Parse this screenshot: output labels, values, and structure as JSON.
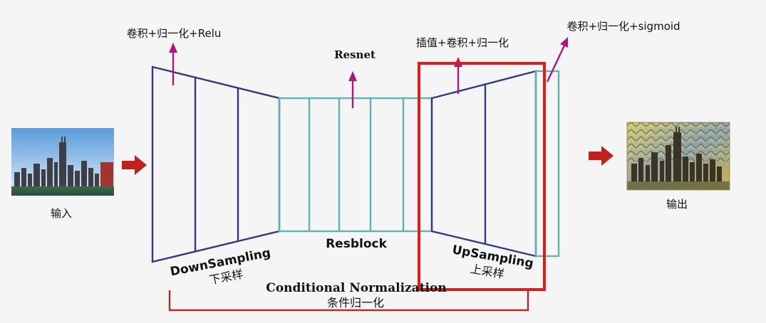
{
  "input": {
    "label": "输入"
  },
  "output": {
    "label": "输出"
  },
  "downsampling": {
    "annotation": "卷积+归一化+Relu",
    "label_en": "DownSampling",
    "label_cn": "下采样"
  },
  "resblock": {
    "annotation": "Resnet",
    "label": "Resblock"
  },
  "upsampling": {
    "annotation": "插值+卷积+归一化",
    "label_en": "UpSampling",
    "label_cn": "上采样"
  },
  "final_layer": {
    "annotation": "卷积+归一化+sigmoid"
  },
  "conditional_norm": {
    "label_en": "Conditional Normalization",
    "label_cn": "条件归一化"
  },
  "colors": {
    "encoder_line": "#2e3a86",
    "resblock_line": "#5fb3b0",
    "annotation_arrow": "#b0157e",
    "flow_arrow": "#c0211f",
    "highlight_box": "#e01b1b",
    "brace": "#b32b2b"
  }
}
